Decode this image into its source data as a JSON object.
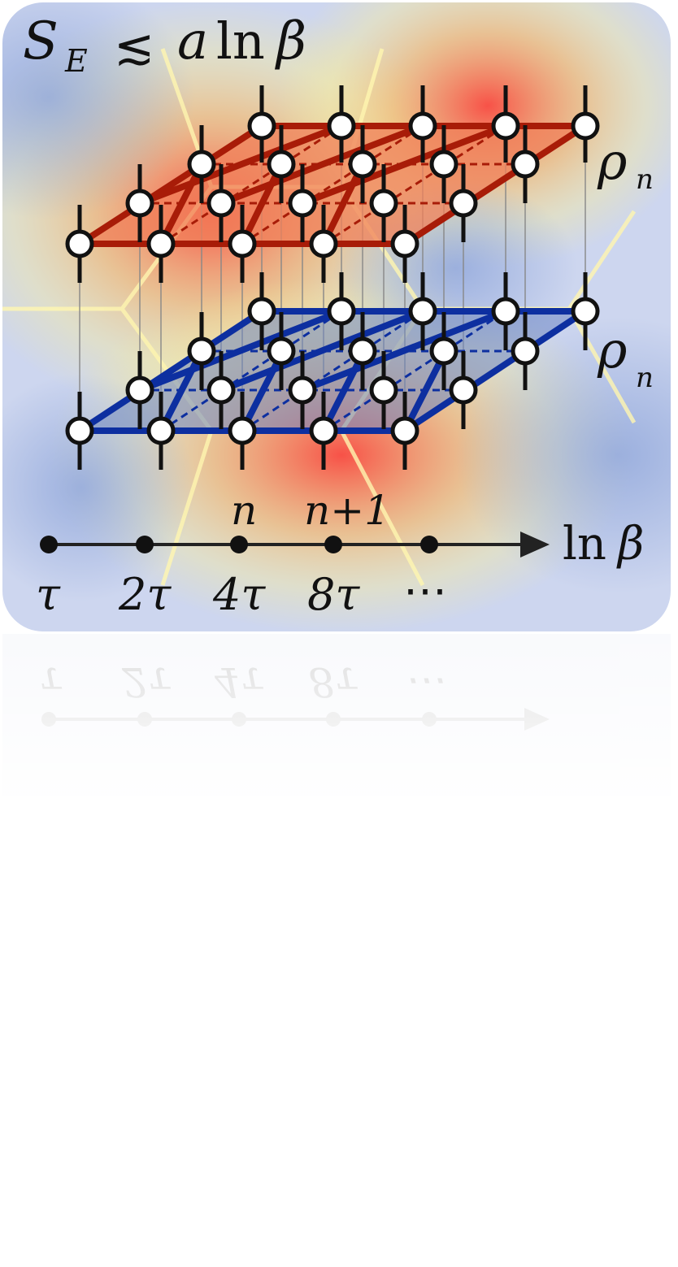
{
  "title": {
    "S": "S",
    "E": "E",
    "leq": "≲",
    "a": "a",
    "ln": "ln",
    "beta": "β"
  },
  "labels": {
    "rho": "ρ",
    "n": "n"
  },
  "axis": {
    "above": [
      "n",
      "n+1"
    ],
    "ticks": [
      "τ",
      "2τ",
      "4τ",
      "8τ",
      "⋯"
    ],
    "arrow_label_ln": "ln",
    "arrow_label_beta": "β"
  },
  "colors": {
    "top_layer": "#a81c08",
    "top_fill": "#f0805a",
    "bottom_layer": "#0d2fa0",
    "bottom_fill": "#6d86c4",
    "background_tint": "#c9d4ee"
  }
}
